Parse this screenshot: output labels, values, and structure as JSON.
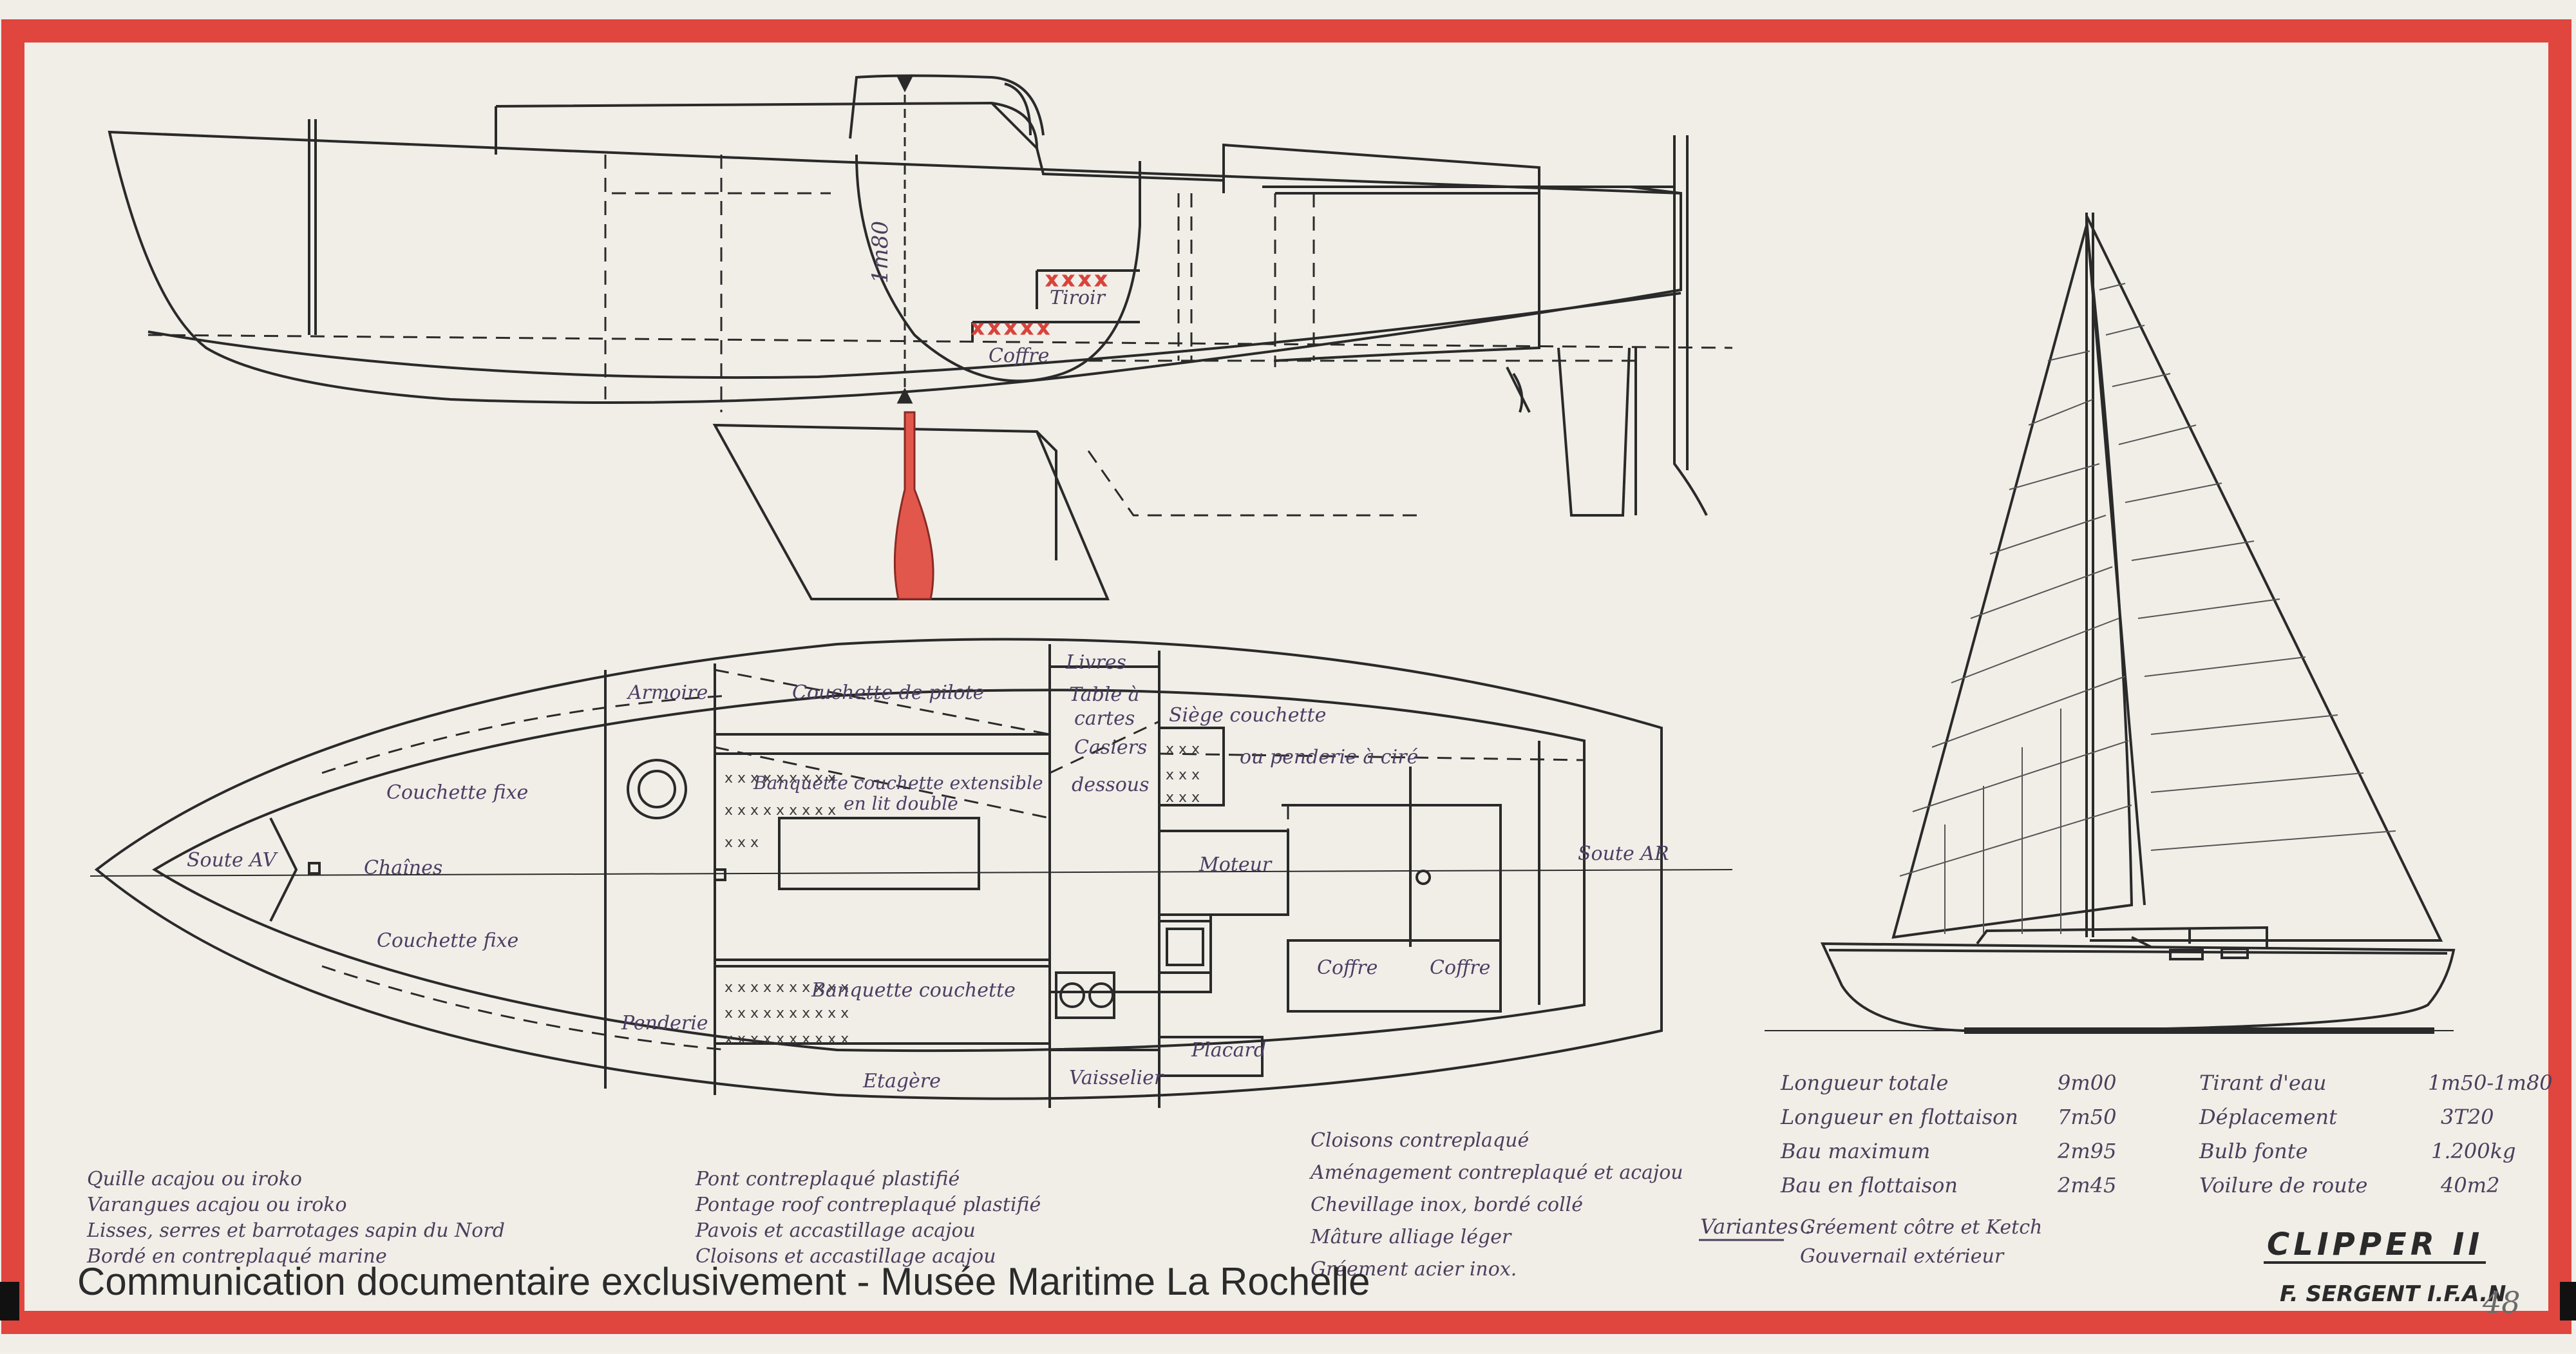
{
  "profile": {
    "height_label": "1m80",
    "tiroir": "Tiroir",
    "coffre": "Coffre"
  },
  "plan": {
    "labels": {
      "armoire": "Armoire",
      "couchette_pilote": "Couchette de pilote",
      "livres": "Livres",
      "table_cartes_1": "Table à",
      "table_cartes_2": "cartes",
      "siege_couchette": "Siège couchette",
      "penderie_cire": "ou penderie à ciré",
      "casiers_1": "Casiers",
      "casiers_2": "dessous",
      "banquette_ext_1": "Banquette couchette extensible",
      "banquette_ext_2": "en lit double",
      "couchette_fixe_top": "Couchette fixe",
      "soute_av": "Soute AV",
      "chaines": "Chaînes",
      "moteur": "Moteur",
      "soute_ar": "Soute AR",
      "couchette_fixe_bottom": "Couchette fixe",
      "coffre_1": "Coffre",
      "coffre_2": "Coffre",
      "banquette_couchette": "Banquette couchette",
      "penderie": "Penderie",
      "etagere": "Etagère",
      "vaisselier": "Vaisselier",
      "placard": "Placard"
    }
  },
  "specs": {
    "rows_left": [
      {
        "label": "Longueur totale",
        "value": "9m00"
      },
      {
        "label": "Longueur en flottaison",
        "value": "7m50"
      },
      {
        "label": "Bau maximum",
        "value": "2m95"
      },
      {
        "label": "Bau en flottaison",
        "value": "2m45"
      }
    ],
    "rows_right": [
      {
        "label": "Tirant d'eau",
        "value": "1m50-1m80"
      },
      {
        "label": "Déplacement",
        "value": "3T20"
      },
      {
        "label": "Bulb fonte",
        "value": "1.200kg"
      },
      {
        "label": "Voilure de route",
        "value": "40m2"
      }
    ],
    "variantes_label": "Variantes :",
    "variantes": [
      "Gréement côtre et Ketch",
      "Gouvernail extérieur"
    ]
  },
  "notes": {
    "col1": [
      "Quille acajou ou iroko",
      "Varangues acajou ou iroko",
      "Lisses, serres et barrotages sapin du Nord",
      "Bordé en contreplaqué marine"
    ],
    "col2": [
      "Pont contreplaqué plastifié",
      "Pontage roof contreplaqué plastifié",
      "Pavois et accastillage acajou",
      "Cloisons et accastillage acajou"
    ],
    "col3": [
      "Cloisons contreplaqué",
      "Aménagement contreplaqué et acajou",
      "Chevillage inox, bordé collé",
      "Mâture alliage léger",
      "Gréement acier inox."
    ]
  },
  "title_block": {
    "name": "CLIPPER II",
    "designer": "F. SERGENT I.F.A.N",
    "sheet_no": "48"
  },
  "watermark": "Communication documentaire exclusivement - Musée Maritime La Rochelle",
  "colors": {
    "border_red": "#e0453e",
    "paper": "#f1eee8",
    "ink": "#2a2a2a",
    "handwriting": "#4a3f5c",
    "keel_red": "#e2574c"
  }
}
